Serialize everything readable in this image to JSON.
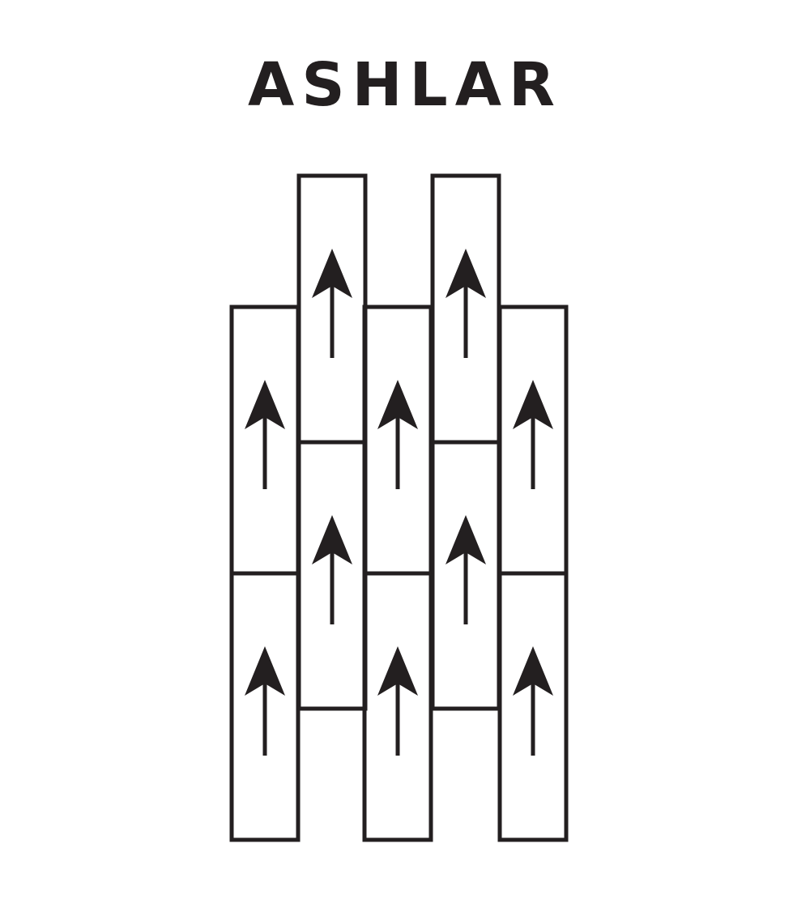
{
  "title": "ASHLAR",
  "colors": {
    "ink": "#231f20",
    "background": "#ffffff"
  },
  "pattern": {
    "columns": 5,
    "stagger": "half-tile",
    "tile_direction": "up",
    "column_offsets": [
      "low",
      "high",
      "low",
      "high",
      "low"
    ],
    "tiles_per_column": 2,
    "icon": "up-arrow-icon"
  }
}
